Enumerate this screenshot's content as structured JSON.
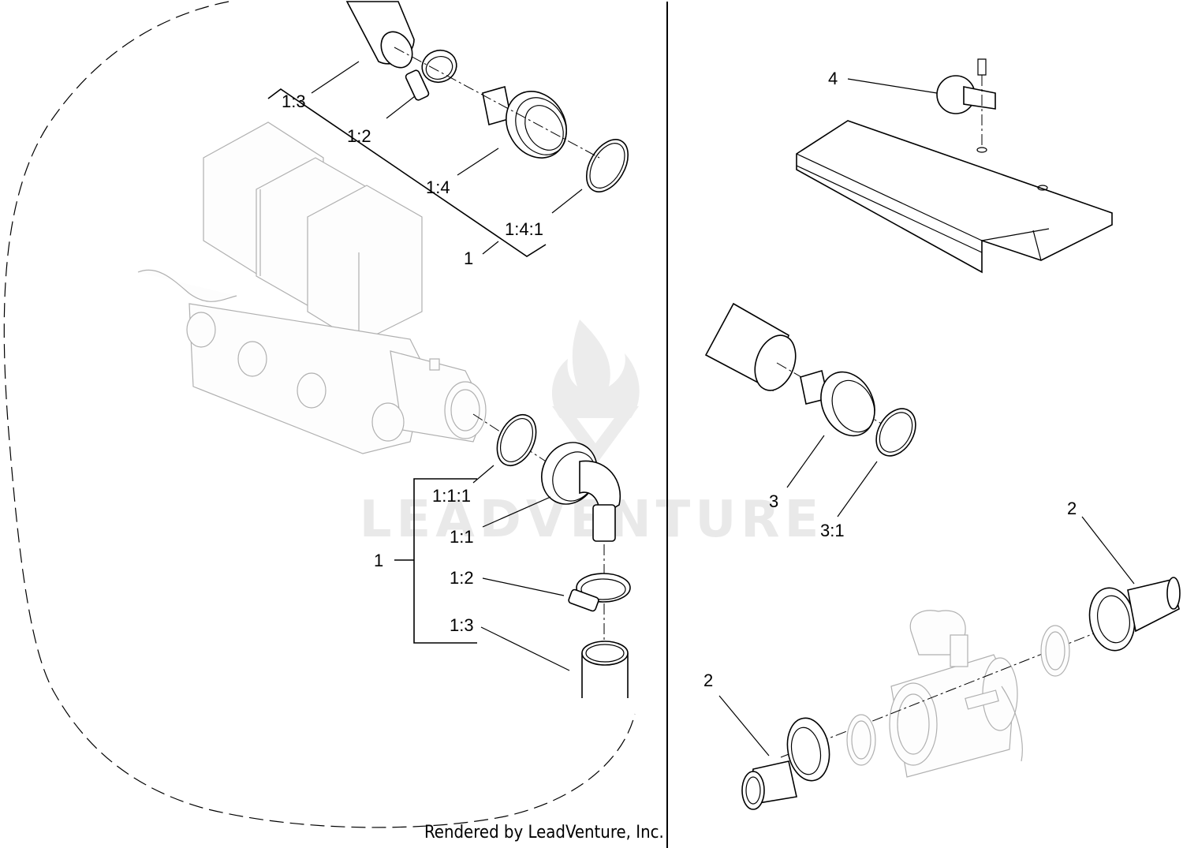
{
  "callouts_left": {
    "l_1_3_top": "1:3",
    "l_1_2_top": "1:2",
    "l_1_4": "1:4",
    "l_1_4_1": "1:4:1",
    "l_1_top": "1",
    "l_1_1_1": "1:1:1",
    "l_1_1": "1:1",
    "l_1_bottom": "1",
    "l_1_2_bottom": "1:2",
    "l_1_3_bottom": "1:3"
  },
  "callouts_right": {
    "r_4": "4",
    "r_3": "3",
    "r_3_1": "3:1",
    "r_2_top": "2",
    "r_2_bottom": "2"
  },
  "watermark": {
    "text": "LEADVENTURE"
  },
  "credit": "Rendered by LeadVenture, Inc."
}
